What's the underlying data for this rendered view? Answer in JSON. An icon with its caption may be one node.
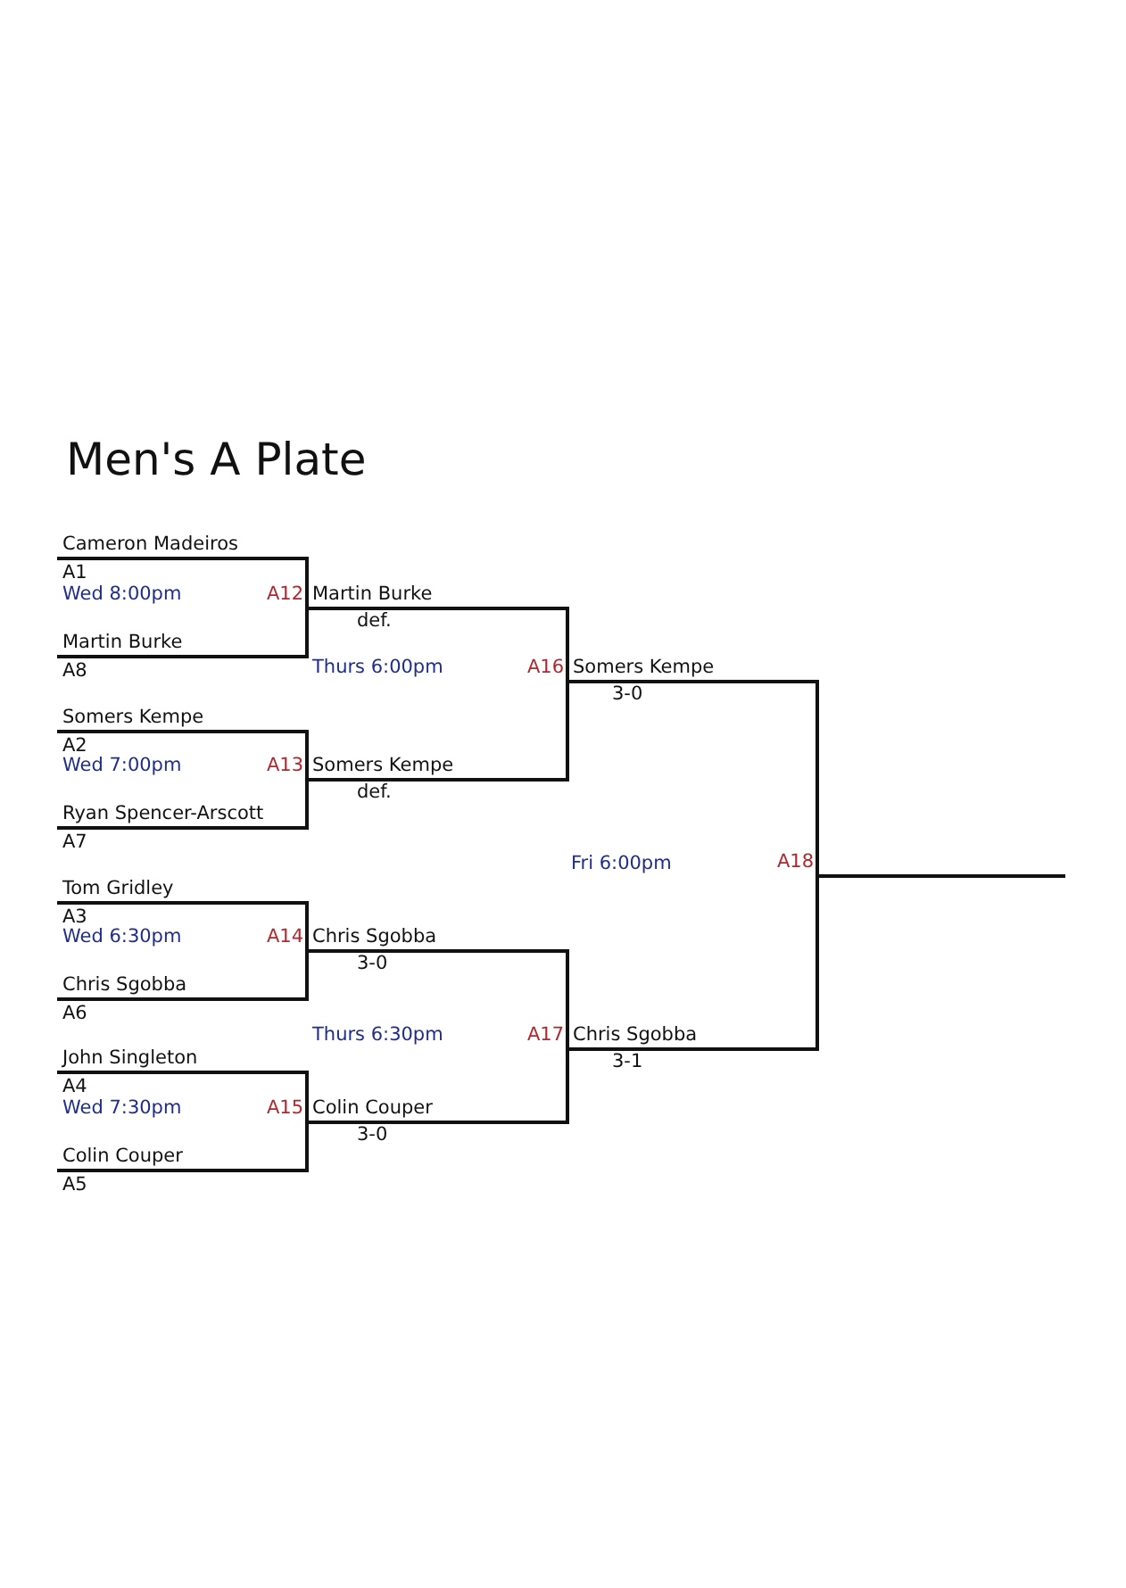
{
  "diagram": {
    "title": "Men's A Plate",
    "nodes": [
      {
        "text": [
          "Cameron Madeiros"
        ],
        "beside": [
          "A1"
        ]
      },
      {
        "text": [
          "Martin Burke"
        ],
        "beside": [
          "A8"
        ]
      },
      {
        "text": [
          "Somers Kempe"
        ],
        "beside": [
          "A2"
        ]
      },
      {
        "text": [
          "Ryan Spencer-Arscott"
        ],
        "beside": [
          "A7"
        ]
      },
      {
        "text": [
          "Tom Gridley"
        ],
        "beside": [
          "A3"
        ]
      },
      {
        "text": [
          "Chris Sgobba"
        ],
        "beside": [
          "A6"
        ]
      },
      {
        "text": [
          "John Singleton"
        ],
        "beside": [
          "A4"
        ]
      },
      {
        "text": [
          "Colin Couper"
        ],
        "beside": [
          "A5"
        ]
      },
      {
        "text": [
          "Martin Burke"
        ],
        "beside": [
          "A12",
          "def."
        ]
      },
      {
        "text": [
          "Somers Kempe"
        ],
        "beside": [
          "A13",
          "def."
        ]
      },
      {
        "text": [
          "Chris Sgobba"
        ],
        "beside": [
          "A14",
          "3-0"
        ]
      },
      {
        "text": [
          "Colin Couper"
        ],
        "beside": [
          "A15",
          "3-0"
        ]
      },
      {
        "text": [
          "Somers Kempe"
        ],
        "beside": [
          "A16",
          "3-0"
        ]
      },
      {
        "text": [
          "Chris Sgobba"
        ],
        "beside": [
          "A17",
          "3-1"
        ]
      },
      {
        "text": [],
        "shape": "line",
        "beside": [
          "A18"
        ]
      }
    ],
    "edges": [
      {
        "from": 0,
        "to": 8,
        "arrow": "none"
      },
      {
        "from": 1,
        "to": 8,
        "arrow": "none"
      },
      {
        "from": 2,
        "to": 9,
        "arrow": "none"
      },
      {
        "from": 3,
        "to": 9,
        "arrow": "none"
      },
      {
        "from": 4,
        "to": 10,
        "arrow": "none"
      },
      {
        "from": 5,
        "to": 10,
        "arrow": "none"
      },
      {
        "from": 6,
        "to": 11,
        "arrow": "none"
      },
      {
        "from": 7,
        "to": 11,
        "arrow": "none"
      },
      {
        "from": 8,
        "to": 12,
        "arrow": "none"
      },
      {
        "from": 9,
        "to": 12,
        "arrow": "none"
      },
      {
        "from": 10,
        "to": 13,
        "arrow": "none"
      },
      {
        "from": 11,
        "to": 13,
        "arrow": "none"
      },
      {
        "from": 12,
        "to": 14,
        "arrow": "none"
      },
      {
        "from": 13,
        "to": 14,
        "arrow": "none"
      }
    ],
    "labels": [
      "Wed 8:00pm",
      "Thurs 6:00pm",
      "Wed 7:00pm",
      "Fri 6:00pm",
      "Wed 6:30pm",
      "Thurs 6:30pm",
      "Wed 7:30pm"
    ]
  }
}
